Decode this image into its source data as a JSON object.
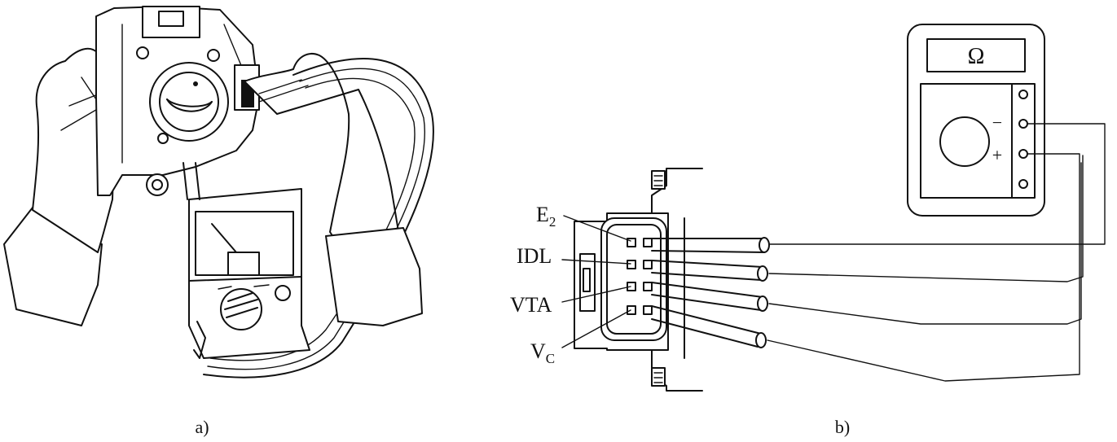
{
  "panel_a": {
    "caption": "a)"
  },
  "panel_b": {
    "caption": "b)",
    "meter": {
      "display": "Ω",
      "minus": "−",
      "plus": "+"
    },
    "pins": {
      "e2_main": "E",
      "e2_sub": "2",
      "idl": "IDL",
      "vta": "VTA",
      "vc_main": "V",
      "vc_sub": "C"
    }
  }
}
